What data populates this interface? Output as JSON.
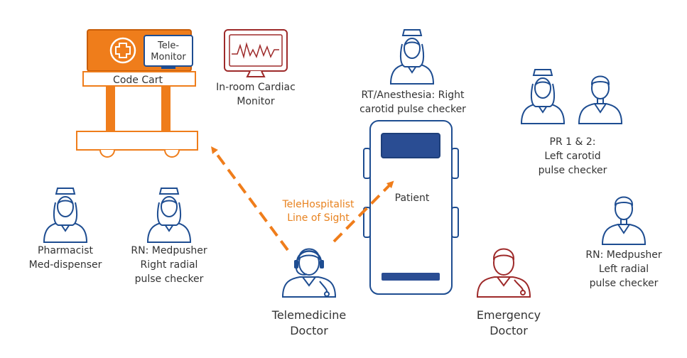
{
  "colors": {
    "orange": "#ef7d1b",
    "blue": "#1e4d91",
    "navy": "#2a4a8a",
    "red": "#9e2a2a",
    "text": "#333333"
  },
  "code_cart": {
    "label": "Code Cart",
    "monitor_label_1": "Tele-",
    "monitor_label_2": "Monitor",
    "icon": "medical-cross-icon"
  },
  "cardiac_monitor": {
    "label_1": "In-room Cardiac",
    "label_2": "Monitor"
  },
  "rt": {
    "label_1": "RT/Anesthesia: Right",
    "label_2": "carotid pulse checker"
  },
  "pr": {
    "label_1": "PR 1 & 2:",
    "label_2": "Left carotid",
    "label_3": "pulse checker"
  },
  "pharmacist": {
    "label_1": "Pharmacist",
    "label_2": "Med-dispenser"
  },
  "rn_right": {
    "label_1": "RN: Medpusher",
    "label_2": "Right radial",
    "label_3": "pulse checker"
  },
  "rn_left": {
    "label_1": "RN: Medpusher",
    "label_2": "Left radial",
    "label_3": "pulse checker"
  },
  "patient": {
    "label": "Patient"
  },
  "line_of_sight": {
    "label_1": "TeleHospitalist",
    "label_2": "Line of Sight"
  },
  "tele_doctor": {
    "label_1": "Telemedicine",
    "label_2": "Doctor"
  },
  "emergency_doctor": {
    "label_1": "Emergency",
    "label_2": "Doctor"
  }
}
